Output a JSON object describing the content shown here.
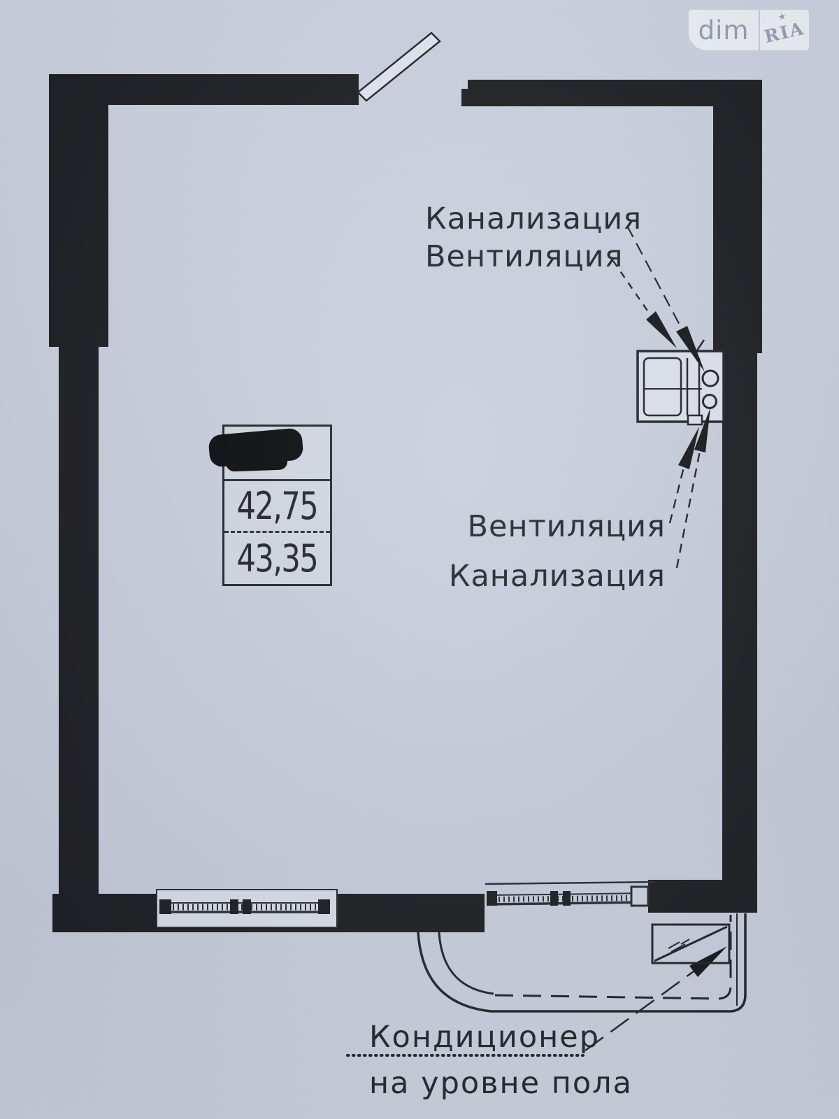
{
  "logo": {
    "brand_left": "dim",
    "brand_right": "RIA",
    "star": "★"
  },
  "annotations": {
    "sewage_top": "Канализация",
    "ventilation_top": "Вентиляция",
    "ventilation_mid": "Вентиляция",
    "sewage_mid": "Канализация",
    "ac_note_line1": "Кондиционер",
    "ac_note_line2": "на уровне пола"
  },
  "area_table": {
    "rows": [
      {
        "value": "",
        "redacted": true
      },
      {
        "value": "42,75",
        "redacted": false
      },
      {
        "value": "43,35",
        "redacted": false
      }
    ]
  },
  "colors": {
    "paper": "#cbd1dd",
    "wall": "#1d1f23",
    "ink": "#24272d"
  }
}
